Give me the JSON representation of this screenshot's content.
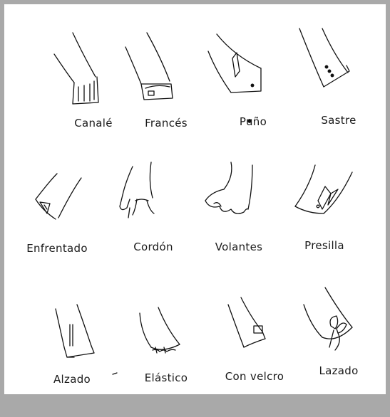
{
  "cuffs": [
    {
      "label": "Canalé"
    },
    {
      "label": "Francés"
    },
    {
      "label": "Puño"
    },
    {
      "label": "Sastre"
    },
    {
      "label": "Enfrentado"
    },
    {
      "label": "Cordón"
    },
    {
      "label": "Volantes"
    },
    {
      "label": "Presilla"
    },
    {
      "label": "Alzado"
    },
    {
      "label": "Elástico"
    },
    {
      "label": "Con velcro"
    },
    {
      "label": "Lazado"
    }
  ]
}
